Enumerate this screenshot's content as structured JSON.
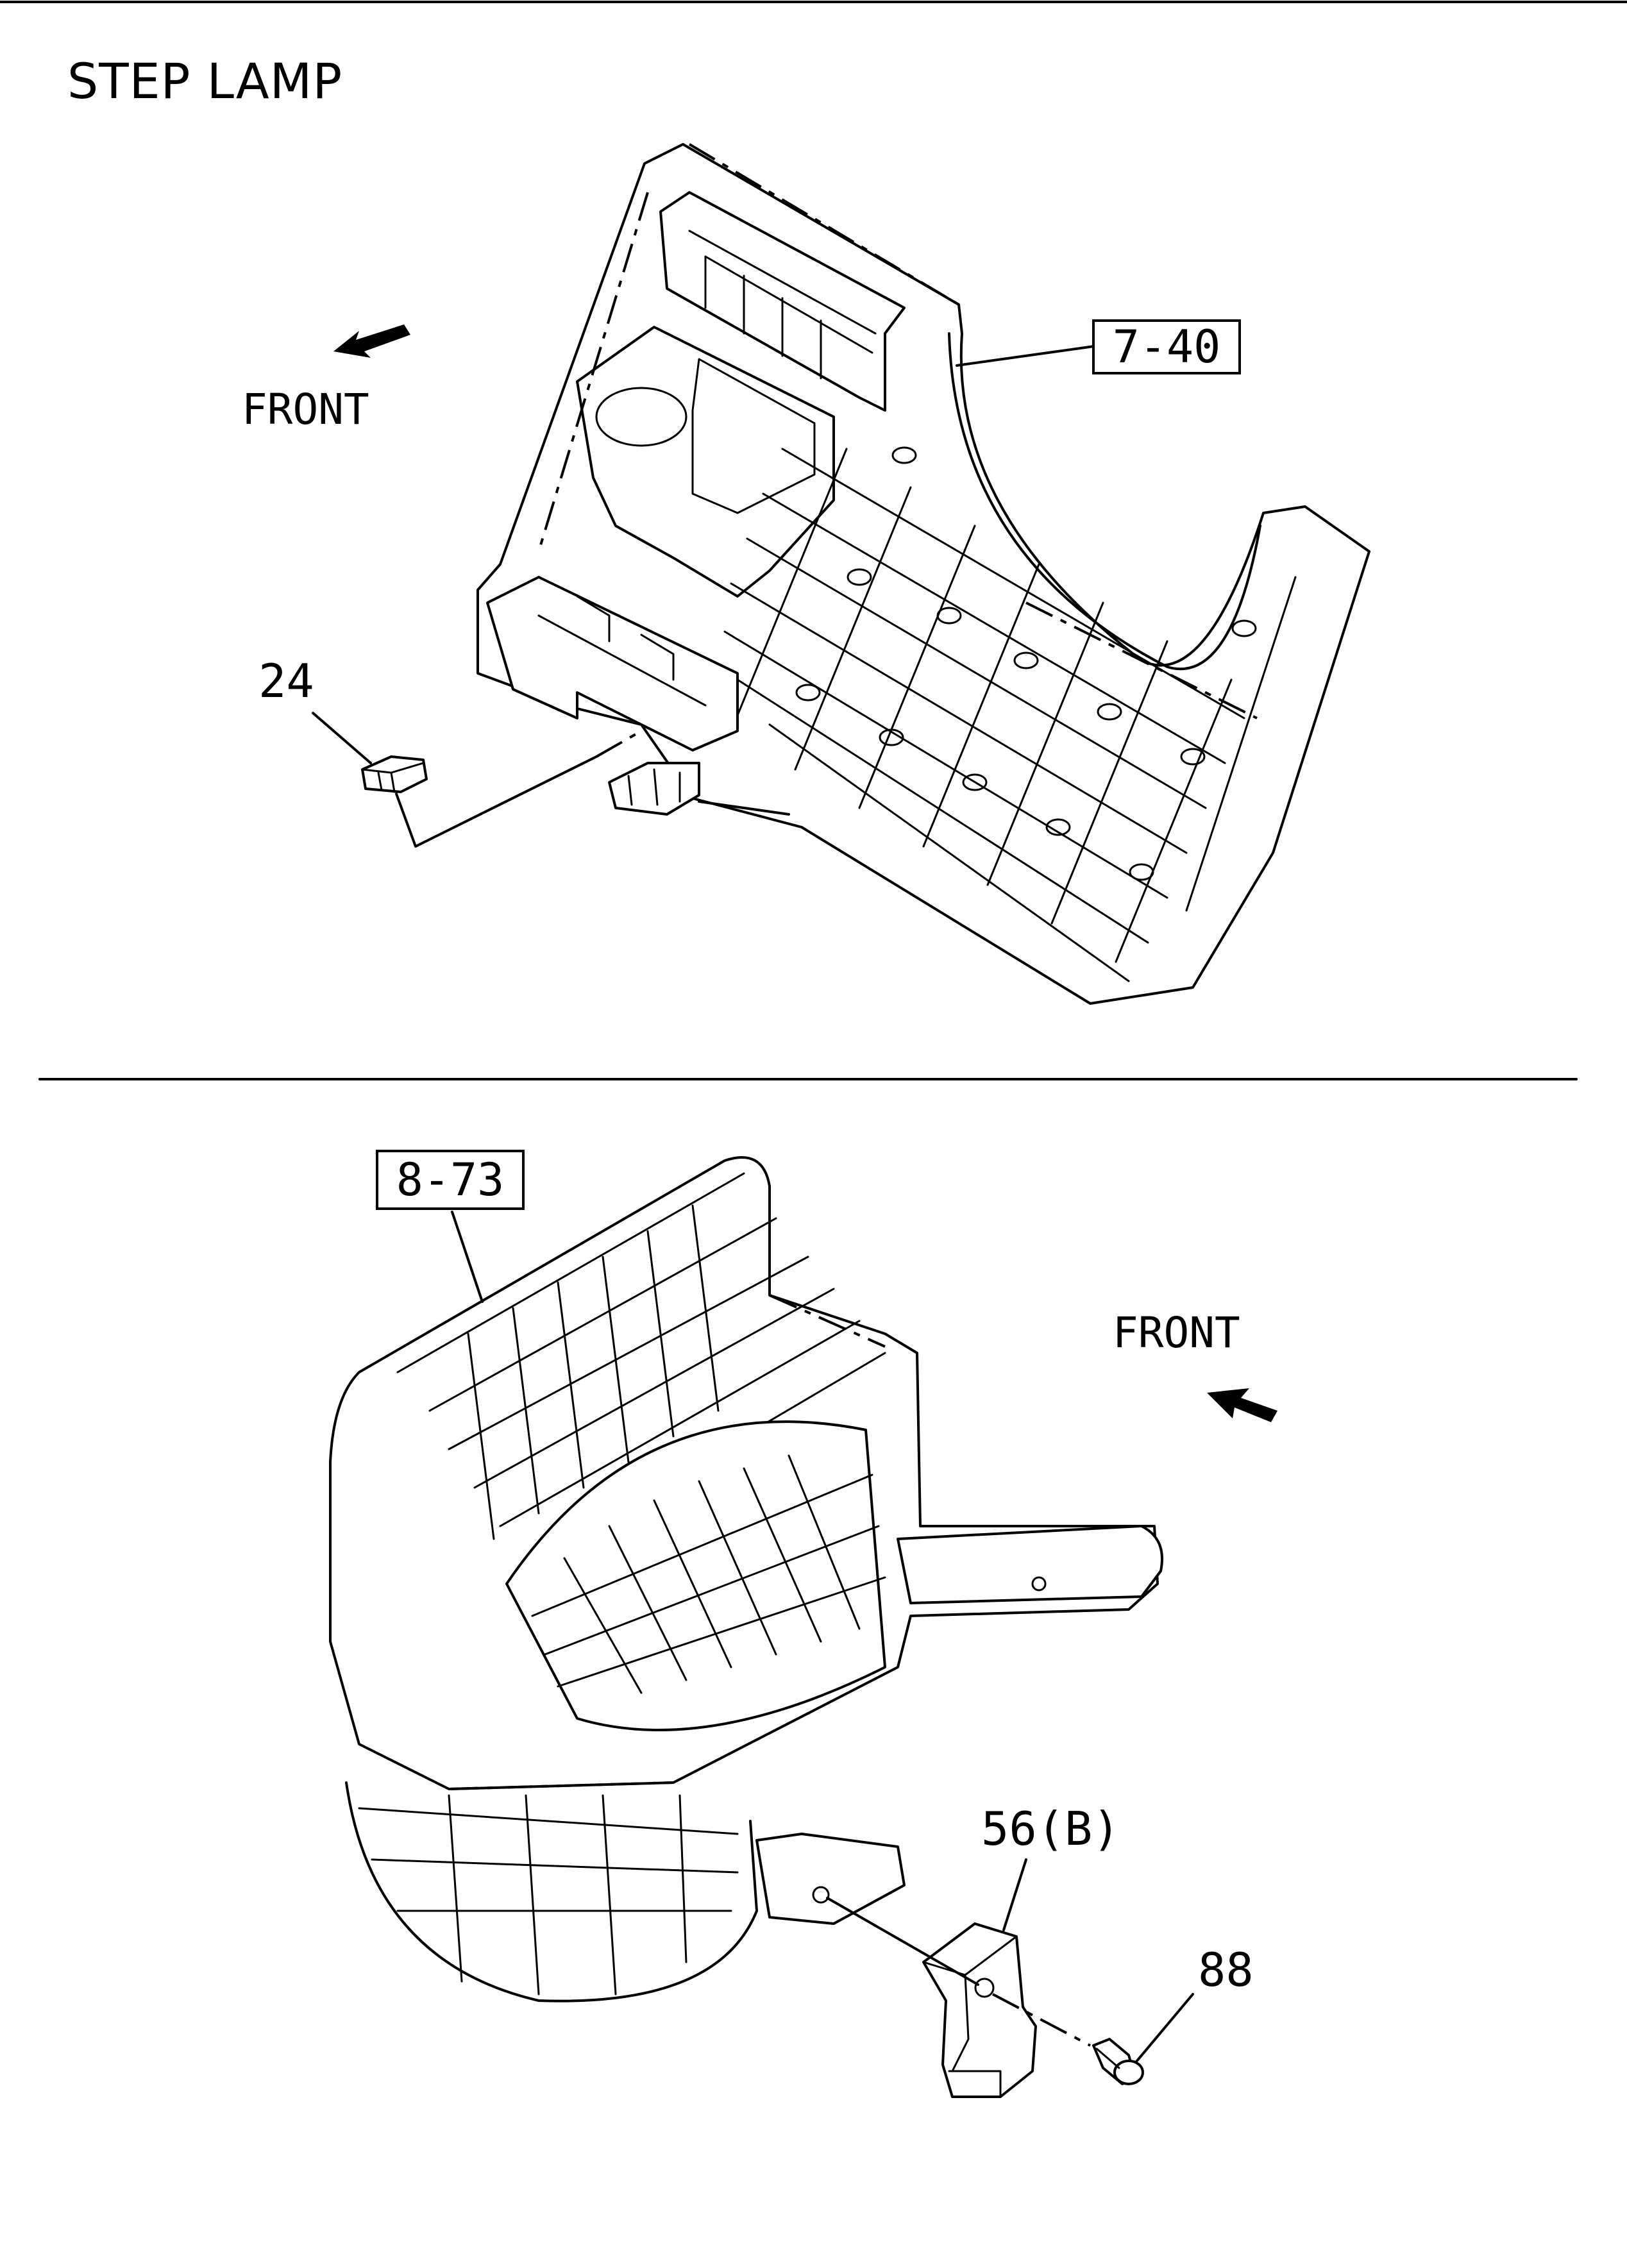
{
  "title": "STEP LAMP",
  "top_diagram": {
    "front_label": "FRONT",
    "ref_box": "7-40",
    "part_label": "24"
  },
  "bottom_diagram": {
    "front_label": "FRONT",
    "ref_box": "8-73",
    "part_label_bracket": "56(B)",
    "part_label_screw": "88"
  }
}
